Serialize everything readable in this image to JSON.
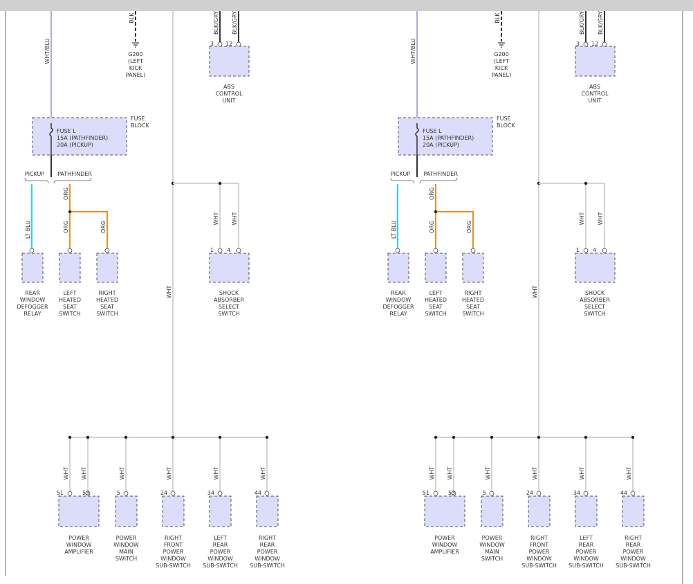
{
  "colors": {
    "wht": "#d4d4d4",
    "whtblu": "#b0acd6",
    "blk": "#333333",
    "ltblu": "#22d8ea",
    "org": "#e8902c",
    "component_fill": "#dcdcfb"
  },
  "wires": {
    "wht_blu": "WHT/BLU",
    "blk": "BLK",
    "blk_gry": "BLK/GRY",
    "wht": "WHT",
    "lt_blu": "LT BLU",
    "org": "ORG"
  },
  "ground": {
    "name": "G200",
    "location": [
      "(LEFT",
      "KICK",
      "PANEL)"
    ]
  },
  "fuse": {
    "block_label": [
      "FUSE",
      "BLOCK"
    ],
    "name": "FUSE L",
    "ratings": [
      "15A (PATHFINDER)",
      "20A (PICKUP)"
    ]
  },
  "branch_labels": {
    "pickup": "PICKUP",
    "pathfinder": "PATHFINDER"
  },
  "abs": {
    "pins": [
      "3",
      "12"
    ],
    "name": [
      "ABS",
      "CONTROL",
      "UNIT"
    ]
  },
  "shock": {
    "pins": [
      "1",
      "4"
    ],
    "name": [
      "SHOCK",
      "ABSORBER",
      "SELECT",
      "SWITCH"
    ]
  },
  "upper_components": [
    {
      "id": "defogger",
      "name": [
        "REAR",
        "WINDOW",
        "DEFOGGER",
        "RELAY"
      ]
    },
    {
      "id": "left-heated",
      "name": [
        "LEFT",
        "HEATED",
        "SEAT",
        "SWITCH"
      ]
    },
    {
      "id": "right-heated",
      "name": [
        "RIGHT",
        "HEATED",
        "SEAT",
        "SWITCH"
      ]
    }
  ],
  "lower_components": [
    {
      "id": "pw-amplifier",
      "pins": [
        "51",
        "53"
      ],
      "name": [
        "POWER",
        "WINDOW",
        "AMPLIFIER"
      ]
    },
    {
      "id": "pw-main",
      "pins": [
        "5"
      ],
      "name": [
        "POWER",
        "WINDOW",
        "MAIN",
        "SWITCH"
      ]
    },
    {
      "id": "rf-sub",
      "pins": [
        "24"
      ],
      "name": [
        "RIGHT",
        "FRONT",
        "POWER",
        "WINDOW",
        "SUB-SWITCH"
      ]
    },
    {
      "id": "lr-sub",
      "pins": [
        "34"
      ],
      "name": [
        "LEFT",
        "REAR",
        "POWER",
        "WINDOW",
        "SUB-SWITCH"
      ]
    },
    {
      "id": "rr-sub",
      "pins": [
        "44"
      ],
      "name": [
        "RIGHT",
        "REAR",
        "POWER",
        "WINDOW",
        "SUB-SWITCH"
      ]
    }
  ]
}
